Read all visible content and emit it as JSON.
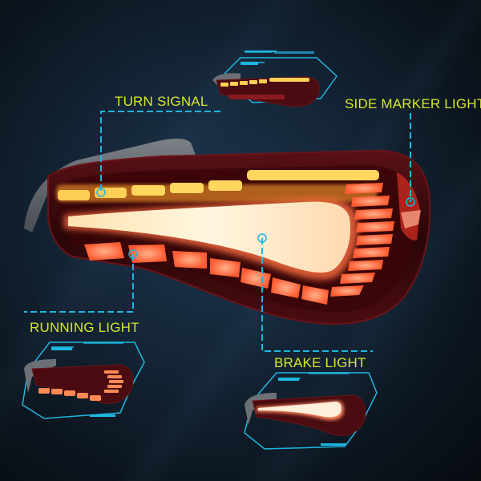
{
  "labels": {
    "turn_signal": "TURN SIGNAL",
    "side_marker_light": "SIDE MARKER LIGHT",
    "running_light": "RUNNING LIGHT",
    "brake_light": "BRAKE LIGHT"
  },
  "colors": {
    "label_text": "#d8e629",
    "connector_line": "#1fb6e0",
    "background": "#142536",
    "amber_led": "#ffc84a",
    "red_led": "#ff7a4a",
    "housing": "#3a0a0c"
  },
  "insets": [
    {
      "name": "turn-signal-inset",
      "state": "turn signal lit"
    },
    {
      "name": "running-light-inset",
      "state": "running light lit"
    },
    {
      "name": "brake-light-inset",
      "state": "brake light lit"
    }
  ]
}
